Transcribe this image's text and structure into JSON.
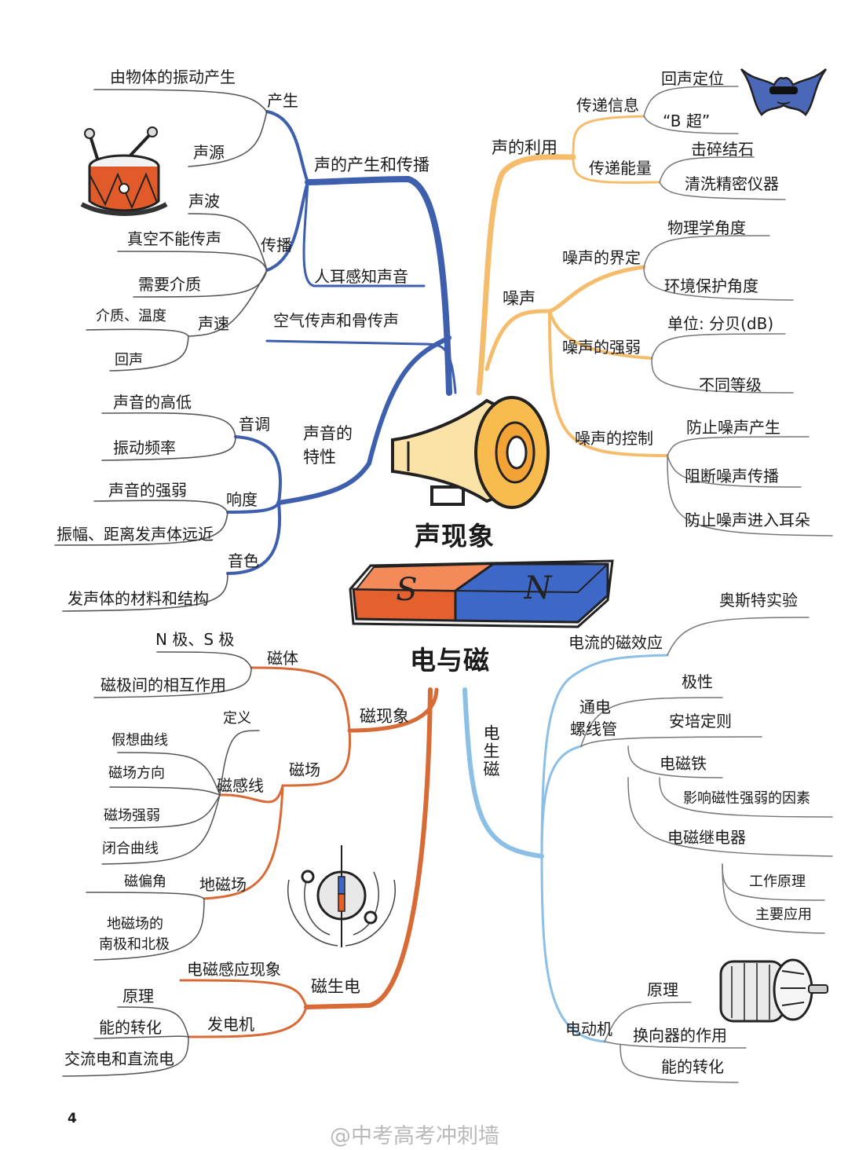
{
  "colors": {
    "sound_prod_branch": "#3d5fad",
    "sound_use_branch": "#f5bd6b",
    "magnet_branch": "#d86a35",
    "electro_branch": "#8cbfe6"
  },
  "titles": {
    "sound": "声现象",
    "em": "电与磁"
  },
  "sound": {
    "production": {
      "label": "声的产生和传播",
      "chansheng": {
        "label": "产生",
        "leaf1": "由物体的振动产生",
        "leaf2": "声源"
      },
      "chuanbo": {
        "label": "传播",
        "leaf1": "声波",
        "leaf2": "真空不能传声",
        "leaf3": "需要介质"
      },
      "shengsu": {
        "label": "声速",
        "leaf1": "介质、温度",
        "leaf2": "回声"
      },
      "ear": "人耳感知声音",
      "air_bone": "空气传声和骨传声"
    },
    "characteristics": {
      "label_line1": "声音的",
      "label_line2": "特性",
      "pitch": {
        "label": "音调",
        "leaf1": "声音的高低",
        "leaf2": "振动频率"
      },
      "loudness": {
        "label": "响度",
        "leaf1": "声音的强弱",
        "leaf2": "振幅、距离发声体远近"
      },
      "timbre": {
        "label": "音色",
        "leaf1": "发声体的材料和结构"
      }
    },
    "usage": {
      "label": "声的利用",
      "info": {
        "label": "传递信息",
        "leaf1": "回声定位",
        "leaf2": "“B 超”"
      },
      "energy": {
        "label": "传递能量",
        "leaf1": "击碎结石",
        "leaf2": "清洗精密仪器"
      }
    },
    "noise": {
      "label": "噪声",
      "definition": {
        "label": "噪声的界定",
        "leaf1": "物理学角度",
        "leaf2": "环境保护角度"
      },
      "strength": {
        "label": "噪声的强弱",
        "leaf1": "单位: 分贝(dB)",
        "leaf2": "不同等级"
      },
      "control": {
        "label": "噪声的控制",
        "leaf1": "防止噪声产生",
        "leaf2": "阻断噪声传播",
        "leaf3": "防止噪声进入耳朵"
      }
    }
  },
  "em": {
    "phenomenon": {
      "label": "磁现象",
      "magnet": {
        "label": "磁体",
        "leaf1": "N 极、S 极",
        "leaf2": "磁极间的相互作用"
      },
      "field": {
        "label": "磁场",
        "lines": {
          "label": "磁感线",
          "leaf0": "定义",
          "leaf1": "假想曲线",
          "leaf2": "磁场方向",
          "leaf3": "磁场强弱",
          "leaf4": "闭合曲线"
        },
        "earth": {
          "label": "地磁场",
          "leaf1": "磁偏角",
          "leaf2_line1": "地磁场的",
          "leaf2_line2": "南极和北极"
        }
      }
    },
    "induction": {
      "label": "磁生电",
      "phenomenon": "电磁感应现象",
      "generator": {
        "label": "发电机",
        "leaf1": "原理",
        "leaf2": "能的转化",
        "leaf3": "交流电和直流电"
      }
    },
    "electro": {
      "label": "电生磁",
      "current_effect": {
        "label": "电流的磁效应",
        "leaf1": "奥斯特实验"
      },
      "solenoid": {
        "label_line1": "通电",
        "label_line2": "螺线管",
        "polarity": "极性",
        "ampere": "安培定则",
        "electromagnet": {
          "label": "电磁铁",
          "leaf1": "影响磁性强弱的因素"
        },
        "relay": {
          "label": "电磁继电器",
          "leaf1": "工作原理",
          "leaf2": "主要应用"
        }
      },
      "motor": {
        "label": "电动机",
        "leaf1": "原理",
        "leaf2": "换向器的作用",
        "leaf3": "能的转化"
      }
    }
  },
  "magnet_poles": {
    "south": "S",
    "north": "N"
  },
  "icons": [
    "drum-icon",
    "bat-icon",
    "megaphone-icon",
    "bar-magnet-icon",
    "compass-needle-icon",
    "motor-icon"
  ],
  "page_number": "4",
  "watermark": "@中考高考冲刺墙"
}
